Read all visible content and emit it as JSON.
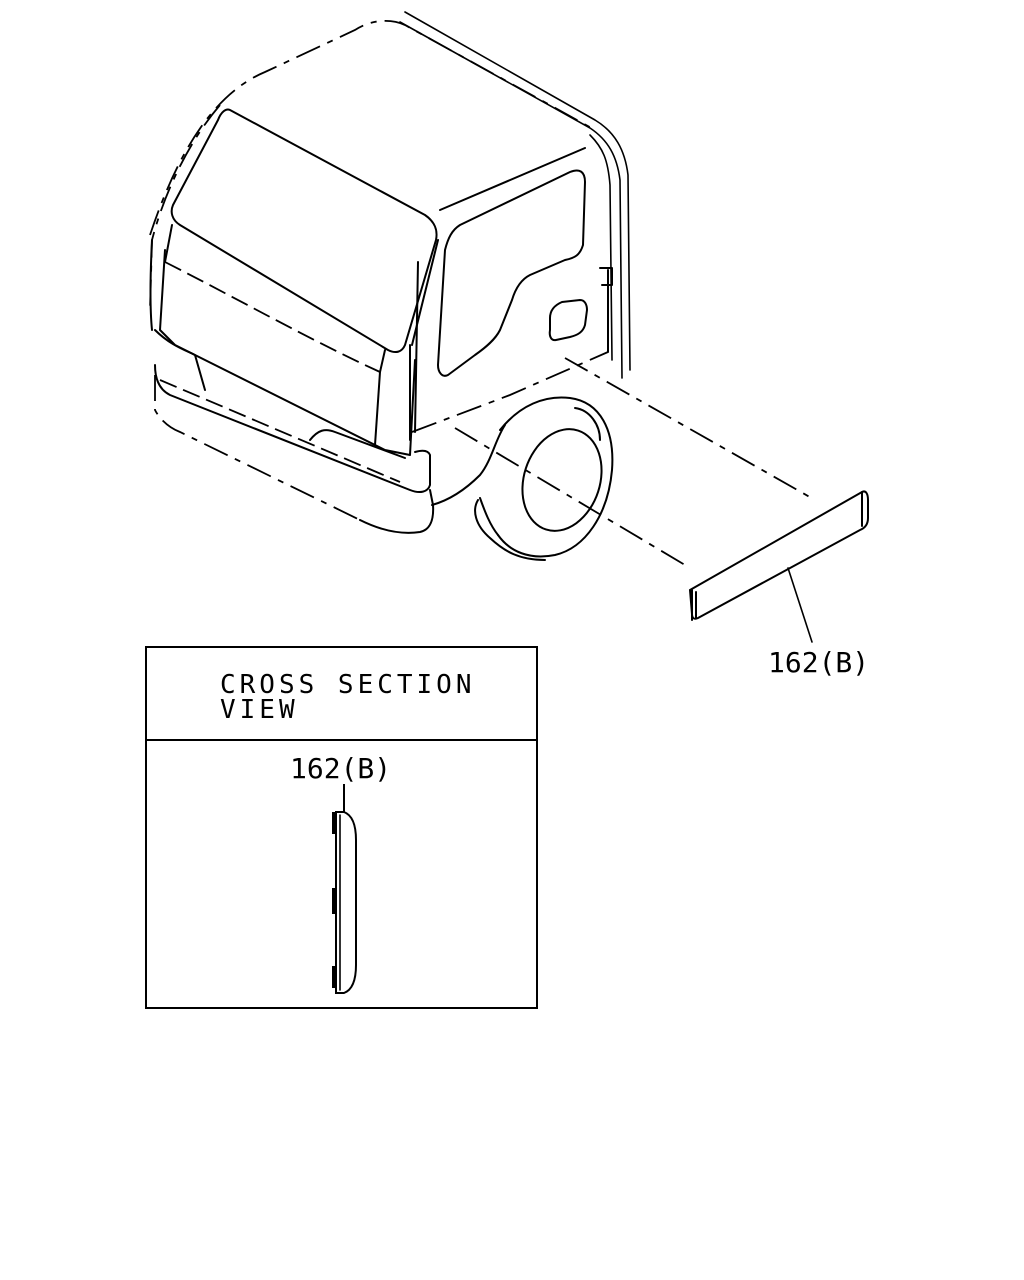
{
  "callouts": {
    "main_part_label": "162(B)",
    "section_part_label": "162(B)"
  },
  "cross_section": {
    "title_line1": "CROSS SECTION",
    "title_line2": "VIEW"
  }
}
